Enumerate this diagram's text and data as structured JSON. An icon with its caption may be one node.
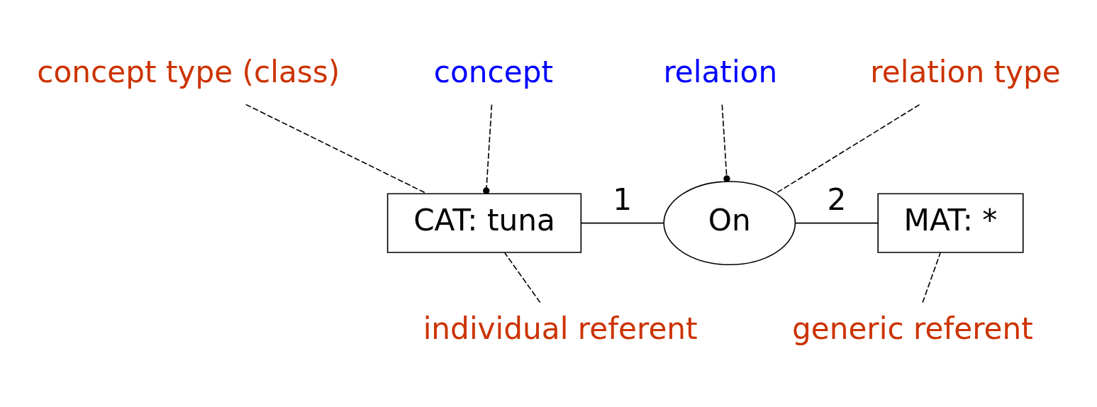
{
  "diagram": {
    "nodes": [
      {
        "text": [
          "concept type (class)"
        ]
      },
      {
        "text": [
          "concept"
        ]
      },
      {
        "text": [
          "relation"
        ]
      },
      {
        "text": [
          "relation type"
        ]
      },
      {
        "text": [
          "CAT: tuna"
        ]
      },
      {
        "text": [
          "On"
        ]
      },
      {
        "text": [
          "MAT: *"
        ]
      },
      {
        "text": [
          "individual referent"
        ]
      },
      {
        "text": [
          "generic referent"
        ]
      }
    ],
    "edges": [
      {
        "from": 0,
        "to": 4,
        "arrow": "none",
        "style": "dashed"
      },
      {
        "from": 1,
        "to": 4,
        "arrow": "other",
        "style": "dashed"
      },
      {
        "from": 2,
        "to": 5,
        "arrow": "other",
        "style": "dashed"
      },
      {
        "from": 3,
        "to": 5,
        "arrow": "none",
        "style": "dashed"
      },
      {
        "from": 4,
        "to": 5,
        "arrow": "none",
        "label": "1"
      },
      {
        "from": 5,
        "to": 6,
        "arrow": "none",
        "label": "2"
      },
      {
        "from": 7,
        "to": 4,
        "arrow": "none",
        "style": "dashed"
      },
      {
        "from": 8,
        "to": 6,
        "arrow": "none",
        "style": "dashed"
      }
    ]
  }
}
